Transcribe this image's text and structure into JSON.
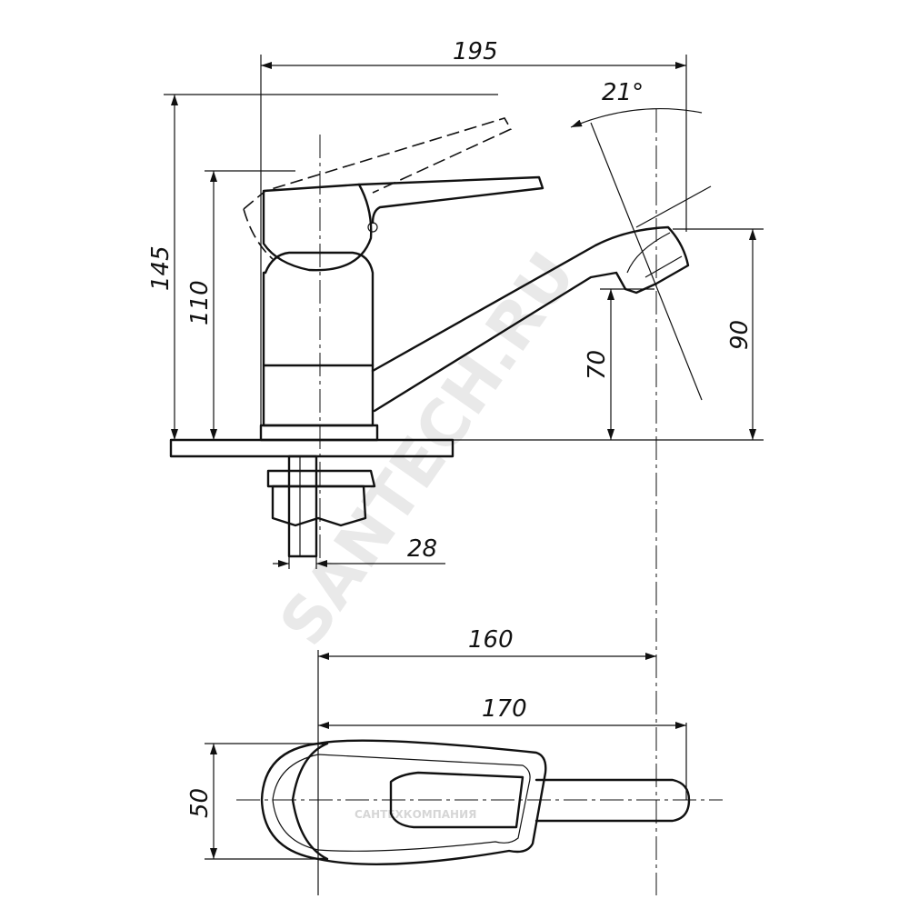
{
  "dimensions": {
    "total_width": "195",
    "height_total": "145",
    "height_lever": "110",
    "spout_angle": "21°",
    "spout_height": "90",
    "outlet_height": "70",
    "thread": "28",
    "reach_160": "160",
    "reach_170": "170",
    "body_width": "50"
  },
  "watermark": {
    "main": "SANTECH.RU",
    "company": "САНТЕХКОМПАНИЯ"
  }
}
